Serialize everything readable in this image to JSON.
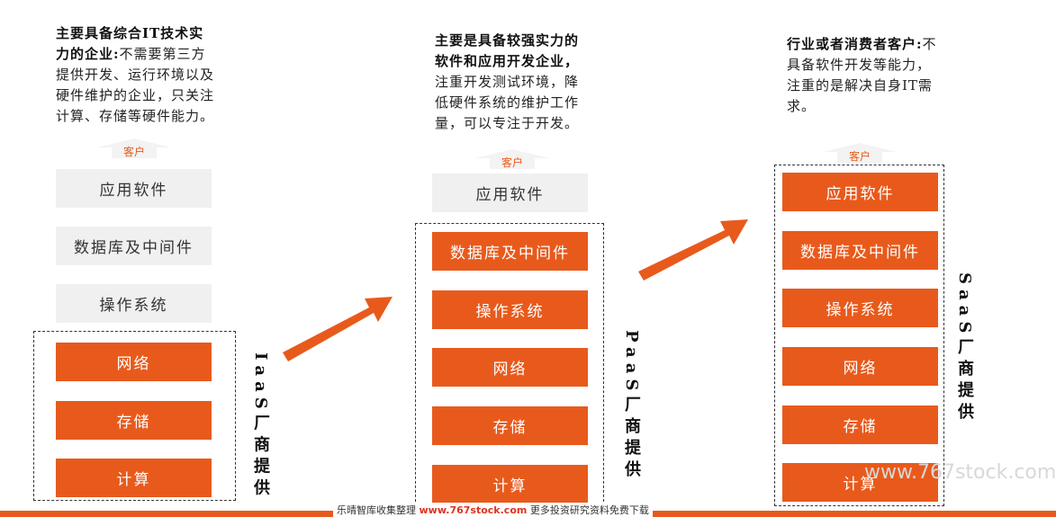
{
  "col1": {
    "desc_bold": "主要具备综合IT技术实力的企业:",
    "desc_text": "不需要第三方提供开发、运行环境以及硬件维护的企业，只关注计算、存储等硬件能力。",
    "customer": "客户",
    "layers": [
      "应用软件",
      "数据库及中间件",
      "操作系统",
      "网络",
      "存储",
      "计算"
    ],
    "provider": "IaaS厂商提供"
  },
  "col2": {
    "desc_bold": "主要是具备较强实力的软件和应用开发企业，",
    "desc_text": "注重开发测试环境，降低硬件系统的维护工作量，可以专注于开发。",
    "customer": "客户",
    "layers": [
      "应用软件",
      "数据库及中间件",
      "操作系统",
      "网络",
      "存储",
      "计算"
    ],
    "provider": "PaaS厂商提供"
  },
  "col3": {
    "desc_bold": "行业或者消费者客户:",
    "desc_text": "不具备软件开发等能力，注重的是解决自身IT需求。",
    "customer": "客户",
    "layers": [
      "应用软件",
      "数据库及中间件",
      "操作系统",
      "网络",
      "存储",
      "计算"
    ],
    "provider": "SaaS厂商提供"
  },
  "footer": {
    "prefix": "乐晴智库收集整理",
    "site": "www.767stock.com",
    "suffix": "更多投资研究资料免费下载"
  },
  "watermark": "www.767stock.com",
  "colors": {
    "accent": "#e85a1c",
    "grey_box": "#f0f0f0"
  }
}
